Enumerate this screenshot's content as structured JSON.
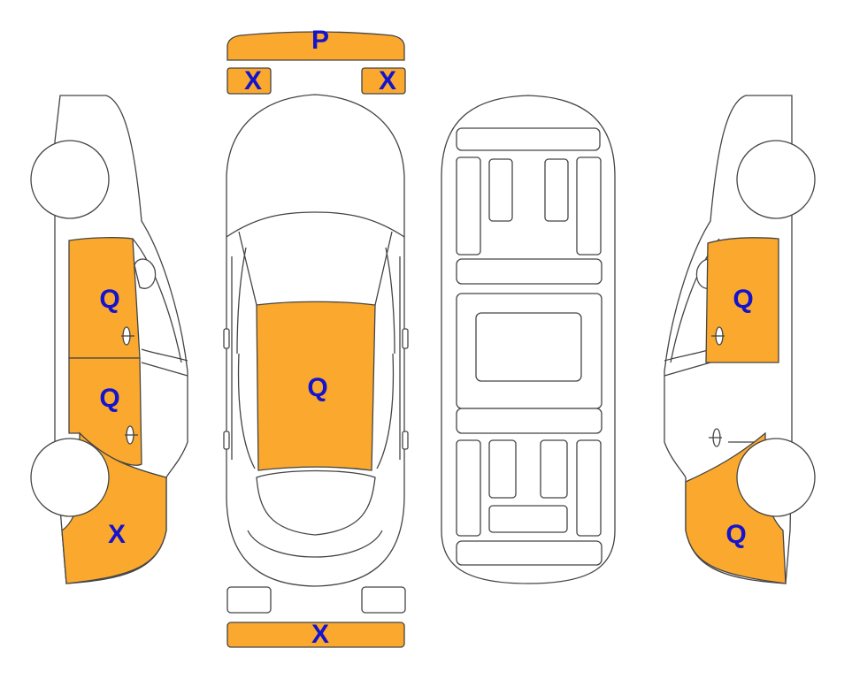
{
  "colors": {
    "damage_fill": "#FBA92E",
    "label": "#1414CC",
    "outline": "#444444",
    "background": "#FFFFFF"
  },
  "labels": {
    "hood_trim": "P",
    "windshield_left": "X",
    "windshield_right": "X",
    "roof": "Q",
    "rear_bumper": "X",
    "left_front_door": "Q",
    "left_rear_door": "Q",
    "left_rear_quarter": "X",
    "right_front_door": "Q",
    "right_rear_quarter": "Q"
  }
}
